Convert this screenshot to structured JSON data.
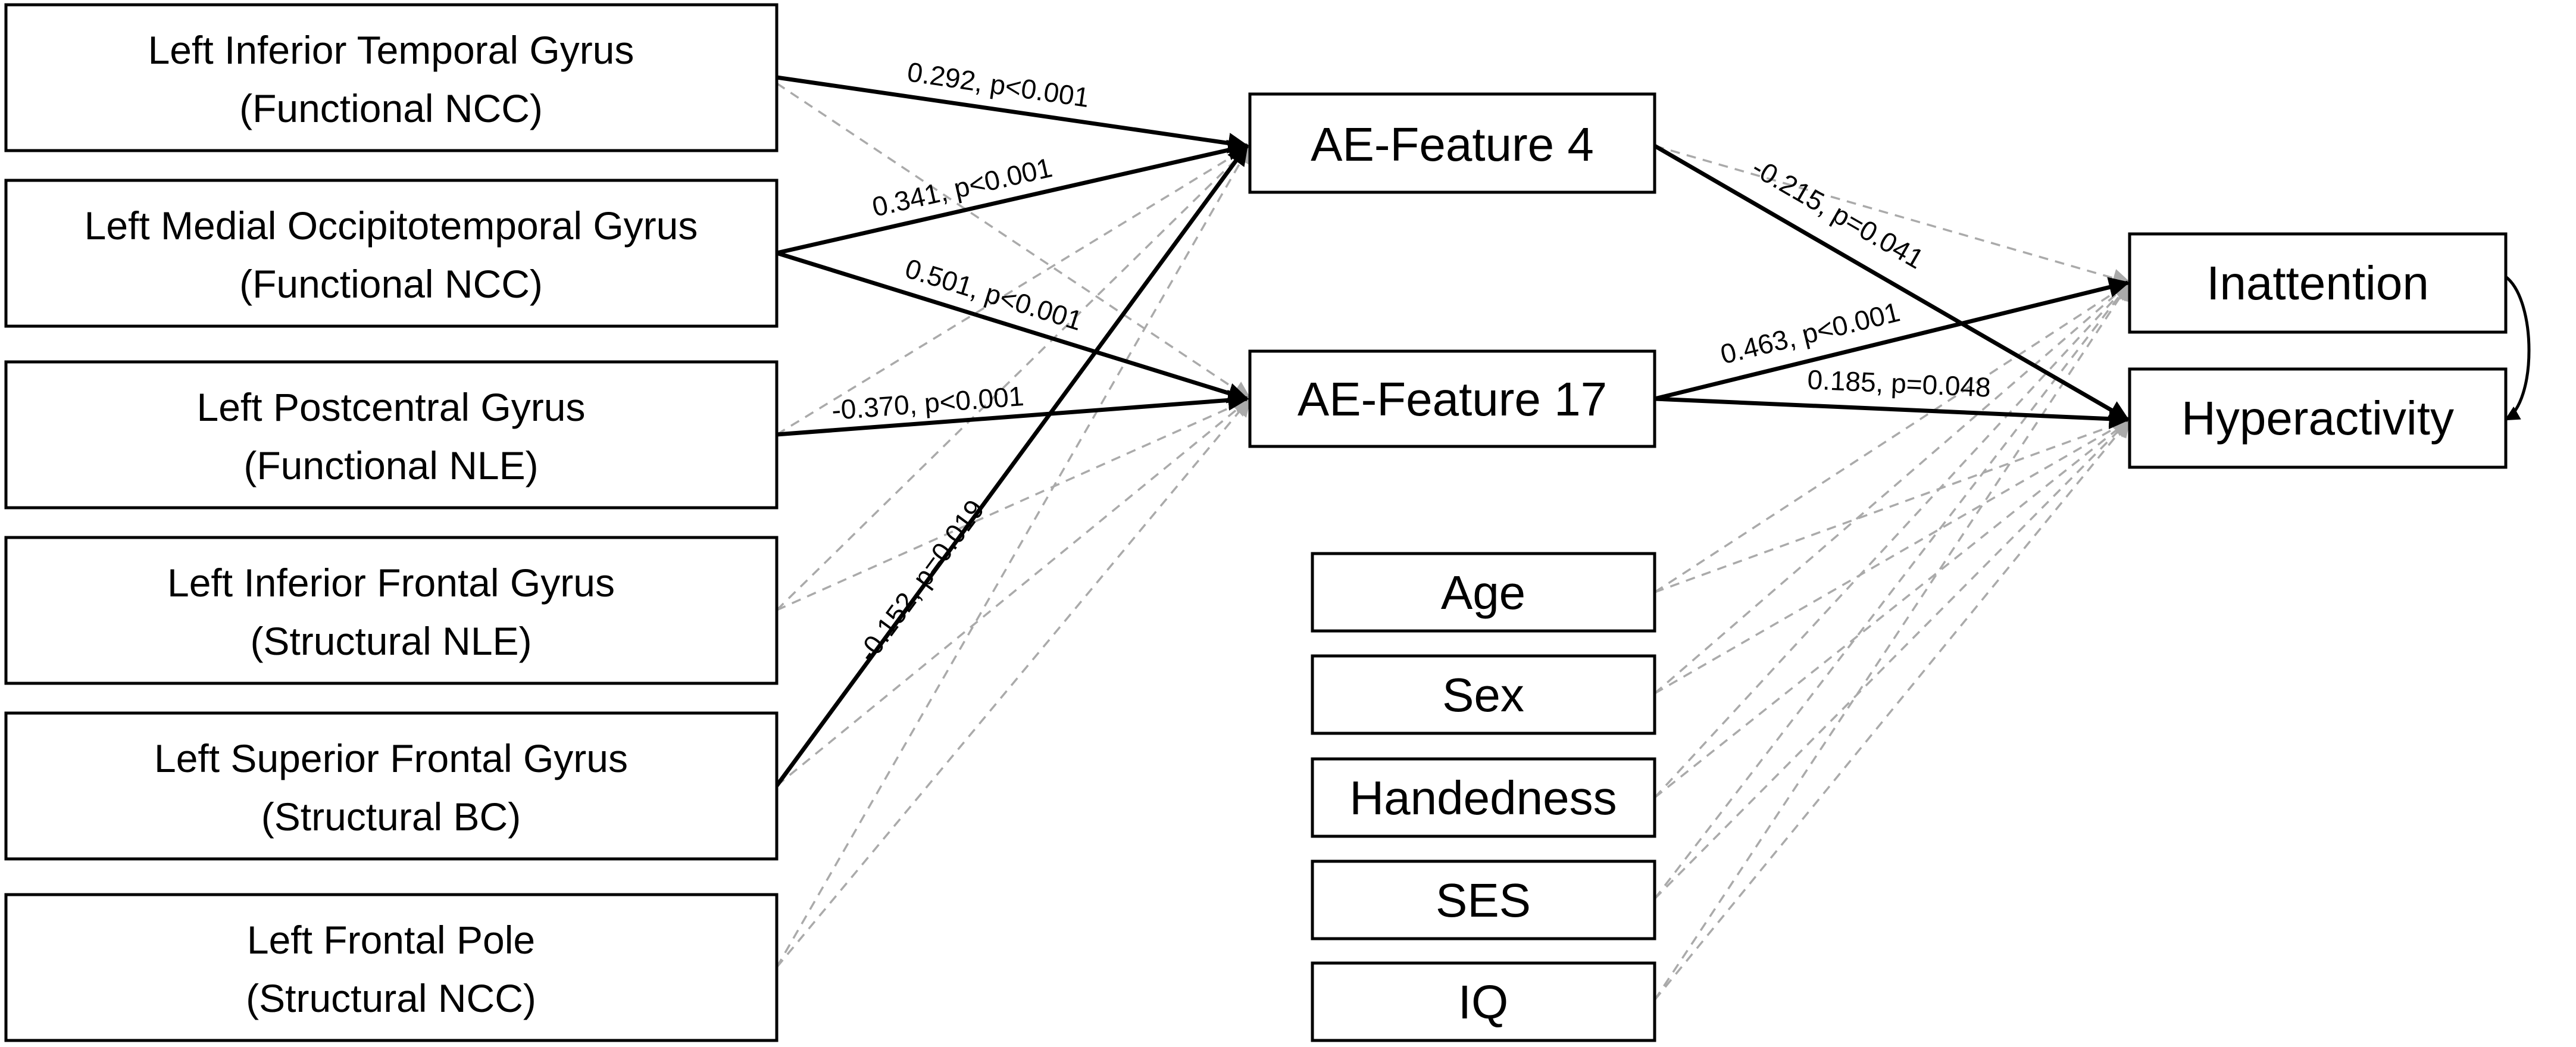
{
  "nodes": {
    "ltg": {
      "line1": "Left Inferior Temporal Gyrus",
      "line2": "(Functional NCC)"
    },
    "lmog": {
      "line1": "Left Medial Occipitotemporal Gyrus",
      "line2": "(Functional NCC)"
    },
    "lpg": {
      "line1": "Left Postcentral Gyrus",
      "line2": "(Functional NLE)"
    },
    "lifg": {
      "line1": "Left Inferior Frontal Gyrus",
      "line2": "(Structural NLE)"
    },
    "lsfg": {
      "line1": "Left Superior Frontal Gyrus",
      "line2": "(Structural BC)"
    },
    "lfp": {
      "line1": "Left Frontal Pole",
      "line2": "(Structural NCC)"
    },
    "ae4": {
      "label": "AE-Feature 4"
    },
    "ae17": {
      "label": "AE-Feature 17"
    },
    "inatt": {
      "label": "Inattention"
    },
    "hyper": {
      "label": "Hyperactivity"
    },
    "age": {
      "label": "Age"
    },
    "sex": {
      "label": "Sex"
    },
    "hand": {
      "label": "Handedness"
    },
    "ses": {
      "label": "SES"
    },
    "iq": {
      "label": "IQ"
    }
  },
  "edges": {
    "ltg_ae4": "0.292, p<0.001",
    "lmog_ae4": "0.341, p<0.001",
    "lmog_ae17": "0.501, p<0.001",
    "lpg_ae17": "-0.370, p<0.001",
    "lsfg_ae4": "-0.152, p=0.019",
    "ae4_hyper": "-0.215, p=0.041",
    "ae17_inatt": "0.463, p<0.001",
    "ae17_hyper": "0.185, p=0.048"
  }
}
